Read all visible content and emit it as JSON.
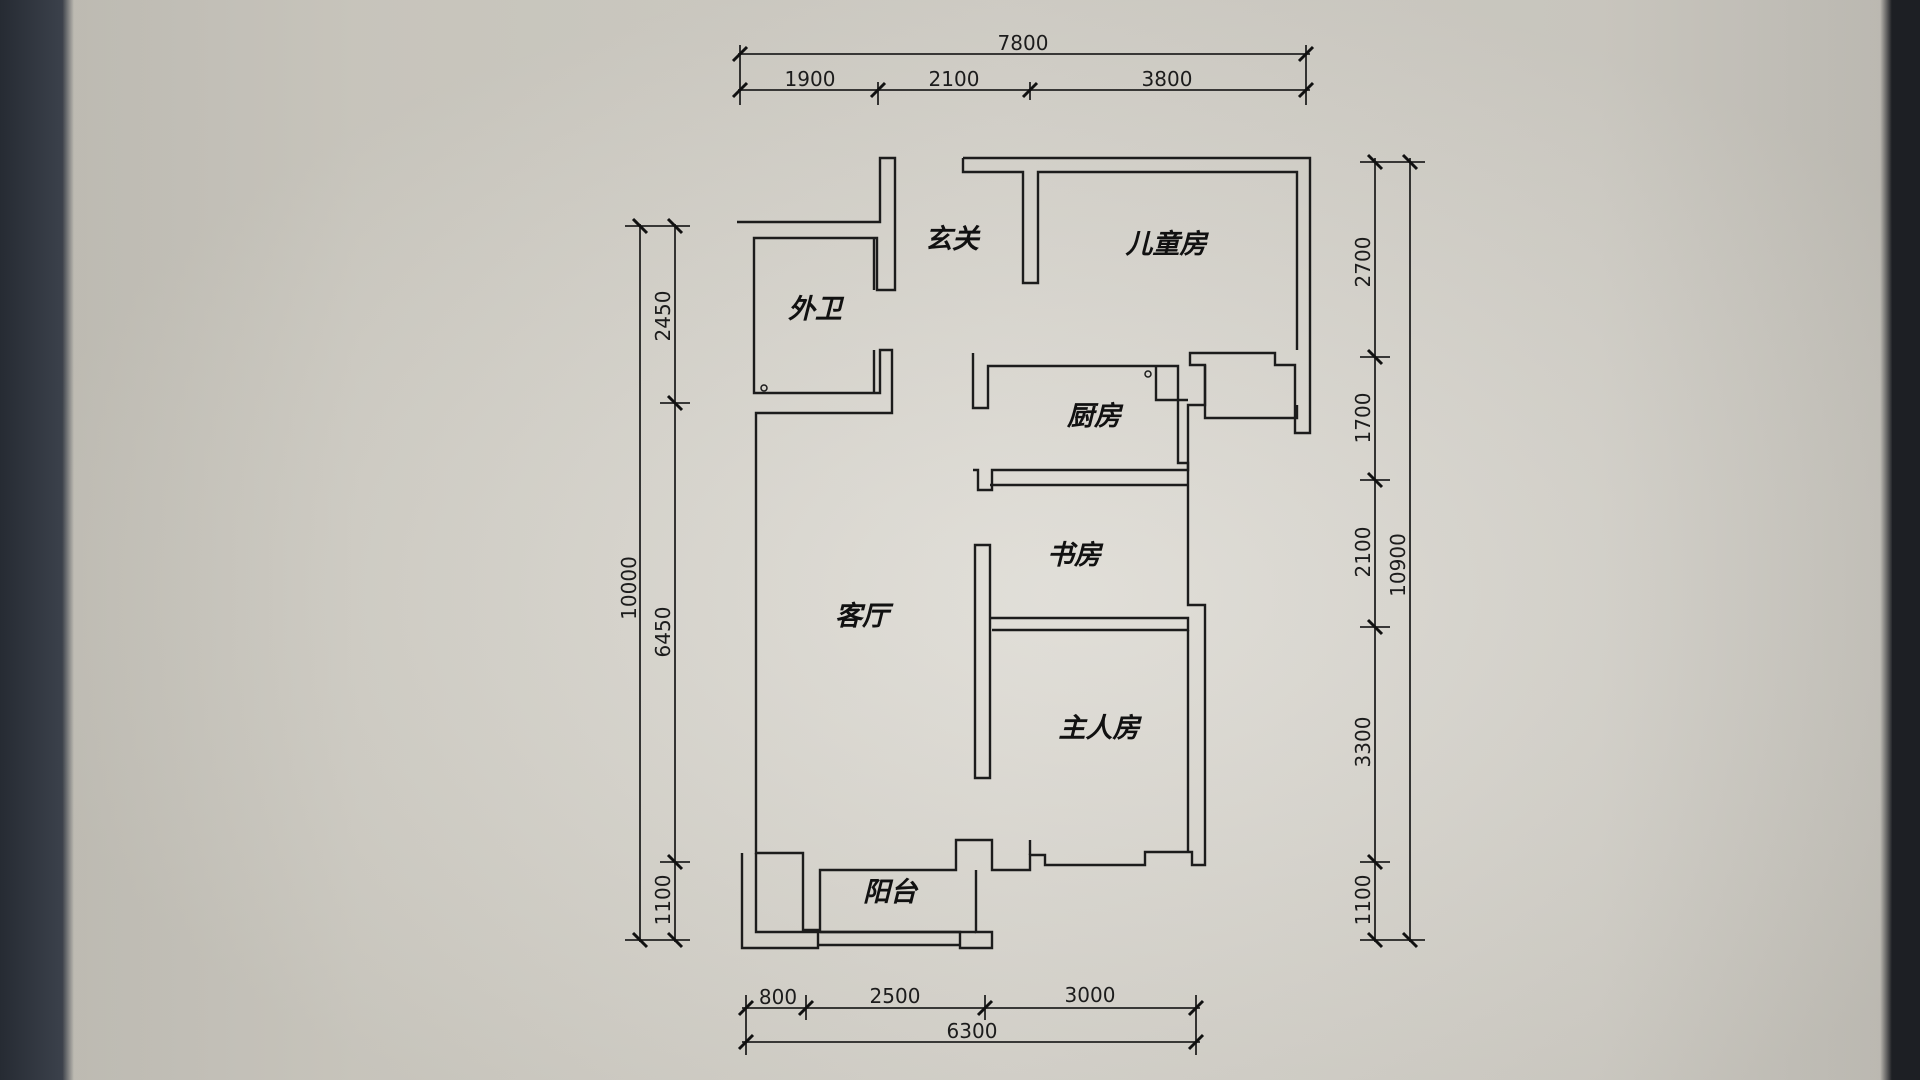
{
  "plan": {
    "rooms": {
      "entrance": "玄关",
      "kids_room": "儿童房",
      "bathroom": "外卫",
      "kitchen": "厨房",
      "study": "书房",
      "living": "客厅",
      "master": "主人房",
      "balcony": "阳台"
    },
    "dims_top": {
      "total": "7800",
      "seg1": "1900",
      "seg2": "2100",
      "seg3": "3800"
    },
    "dims_bottom": {
      "total": "6300",
      "seg1": "800",
      "seg2": "2500",
      "seg3": "3000"
    },
    "dims_left": {
      "total": "10000",
      "seg1": "2450",
      "seg2": "6450",
      "seg3": "1100"
    },
    "dims_right": {
      "total": "10900",
      "seg1": "2700",
      "seg2": "1700",
      "seg3": "2100",
      "seg4": "3300",
      "seg5": "1100"
    }
  }
}
